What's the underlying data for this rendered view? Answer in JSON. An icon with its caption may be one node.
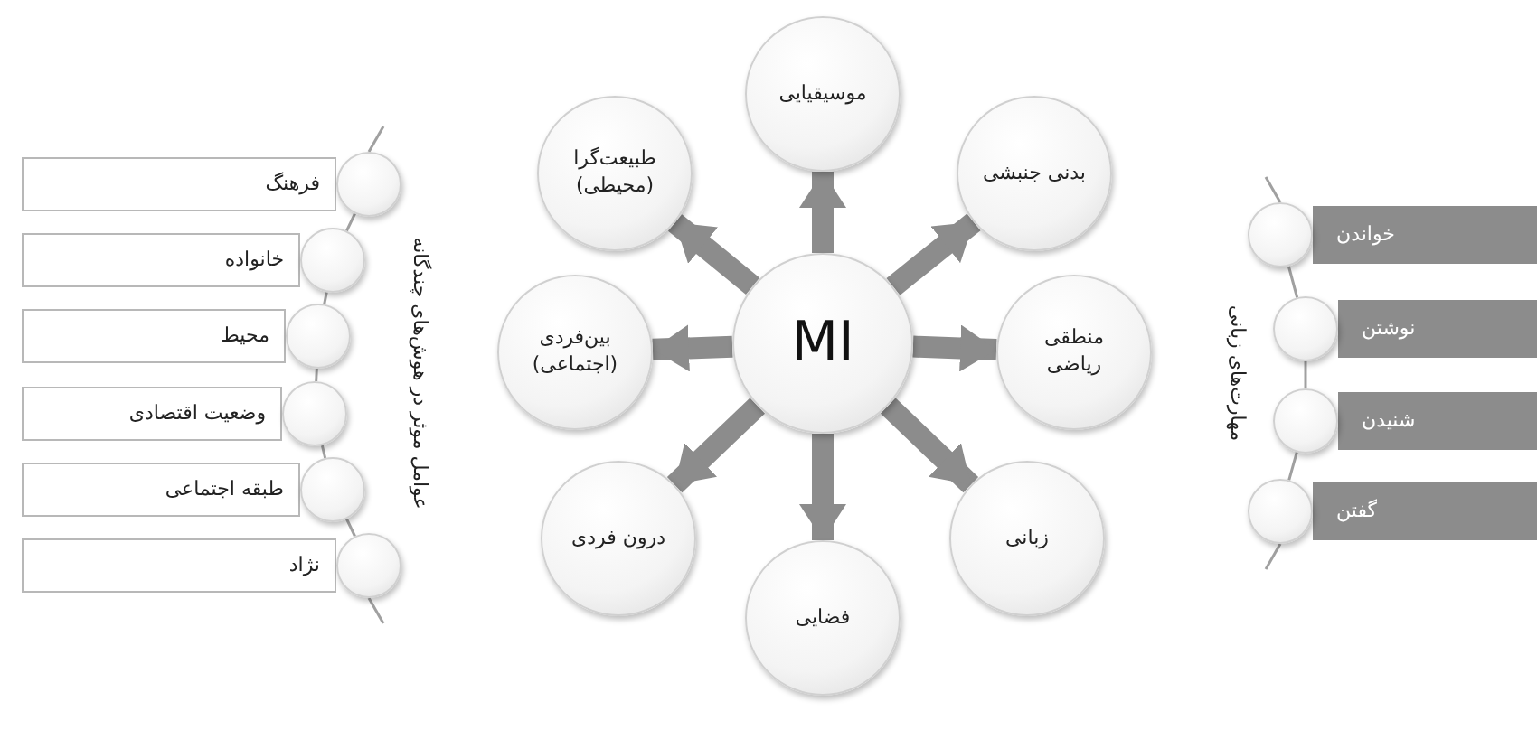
{
  "diagram": {
    "nodes": [
      {
        "text": [
          "فرهنگ"
        ]
      },
      {
        "text": [
          "خانواده"
        ]
      },
      {
        "text": [
          "محیط"
        ]
      },
      {
        "text": [
          "وضعیت اقتصادی"
        ]
      },
      {
        "text": [
          "طبقه اجتماعی"
        ]
      },
      {
        "text": [
          "نژاد"
        ]
      },
      {
        "text": [],
        "shape": "circle"
      },
      {
        "text": [],
        "shape": "circle"
      },
      {
        "text": [],
        "shape": "circle"
      },
      {
        "text": [],
        "shape": "circle"
      },
      {
        "text": [],
        "shape": "circle"
      },
      {
        "text": [],
        "shape": "circle"
      },
      {
        "text": [
          "MI"
        ]
      },
      {
        "text": [
          "موسیقیایی"
        ]
      },
      {
        "text": [
          "بدنی جنبشی"
        ]
      },
      {
        "text": [
          "منطقی ریاضی"
        ]
      },
      {
        "text": [
          "زبانی"
        ]
      },
      {
        "text": [
          "فضایی"
        ]
      },
      {
        "text": [
          "درون فردی"
        ]
      },
      {
        "text": [
          "بین‌فردی (اجتماعی)"
        ]
      },
      {
        "text": [
          "طبیعت‌گرا (محیطی)"
        ]
      },
      {
        "text": [
          "خواندن"
        ]
      },
      {
        "text": [
          "نوشتن"
        ]
      },
      {
        "text": [
          "شنیدن"
        ]
      },
      {
        "text": [
          "گفتن"
        ]
      },
      {
        "text": [],
        "shape": "circle"
      },
      {
        "text": [],
        "shape": "circle"
      },
      {
        "text": [],
        "shape": "circle"
      },
      {
        "text": [],
        "shape": "circle"
      }
    ],
    "edges": [
      {
        "from": 12,
        "to": 13,
        "arrow": "to",
        "style": "thick"
      },
      {
        "from": 12,
        "to": 14,
        "arrow": "to",
        "style": "thick"
      },
      {
        "from": 12,
        "to": 15,
        "arrow": "to",
        "style": "thick"
      },
      {
        "from": 12,
        "to": 16,
        "arrow": "to",
        "style": "thick"
      },
      {
        "from": 12,
        "to": 17,
        "arrow": "to",
        "style": "thick"
      },
      {
        "from": 12,
        "to": 18,
        "arrow": "to",
        "style": "thick"
      },
      {
        "from": 12,
        "to": 19,
        "arrow": "to",
        "style": "thick"
      },
      {
        "from": 12,
        "to": 20,
        "arrow": "to",
        "style": "thick"
      },
      {
        "from": null,
        "to": 6,
        "arrow": "none"
      },
      {
        "from": 6,
        "to": 7,
        "arrow": "none"
      },
      {
        "from": 7,
        "to": 8,
        "arrow": "none"
      },
      {
        "from": 8,
        "to": 9,
        "arrow": "none"
      },
      {
        "from": 9,
        "to": 10,
        "arrow": "none"
      },
      {
        "from": 10,
        "to": 11,
        "arrow": "none"
      },
      {
        "from": 11,
        "to": null,
        "arrow": "none"
      },
      {
        "from": null,
        "to": 25,
        "arrow": "none"
      },
      {
        "from": 25,
        "to": 26,
        "arrow": "none"
      },
      {
        "from": 26,
        "to": 27,
        "arrow": "none"
      },
      {
        "from": 27,
        "to": 28,
        "arrow": "none"
      },
      {
        "from": 28,
        "to": null,
        "arrow": "none"
      }
    ],
    "labels": [
      "عوامل موثر در هوش‌های چندگانه",
      "مهارت‌های زبانی"
    ]
  }
}
